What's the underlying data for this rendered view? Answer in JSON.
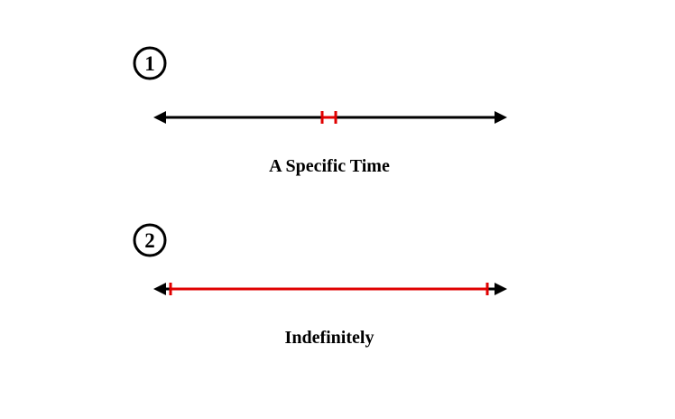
{
  "diagram": {
    "colors": {
      "timeline": "#000000",
      "highlight": "#e00000"
    },
    "panels": [
      {
        "number": "1",
        "caption": "A Specific Time",
        "highlight": "point"
      },
      {
        "number": "2",
        "caption": "Indefinitely",
        "highlight": "full-span"
      }
    ]
  }
}
